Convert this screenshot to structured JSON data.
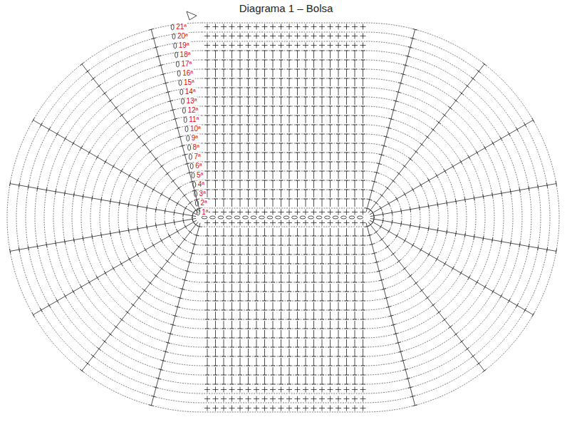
{
  "diagram": {
    "title": "Diagrama 1 – Bolsa",
    "labels": [
      "1ª",
      "2ª",
      "3ª",
      "4ª",
      "5ª",
      "6ª",
      "7ª",
      "8ª",
      "9ª",
      "10ª",
      "11ª",
      "12ª",
      "13ª",
      "14ª",
      "15ª",
      "16ª",
      "17ª",
      "18ª",
      "19ª",
      "20ª",
      "21ª"
    ]
  }
}
